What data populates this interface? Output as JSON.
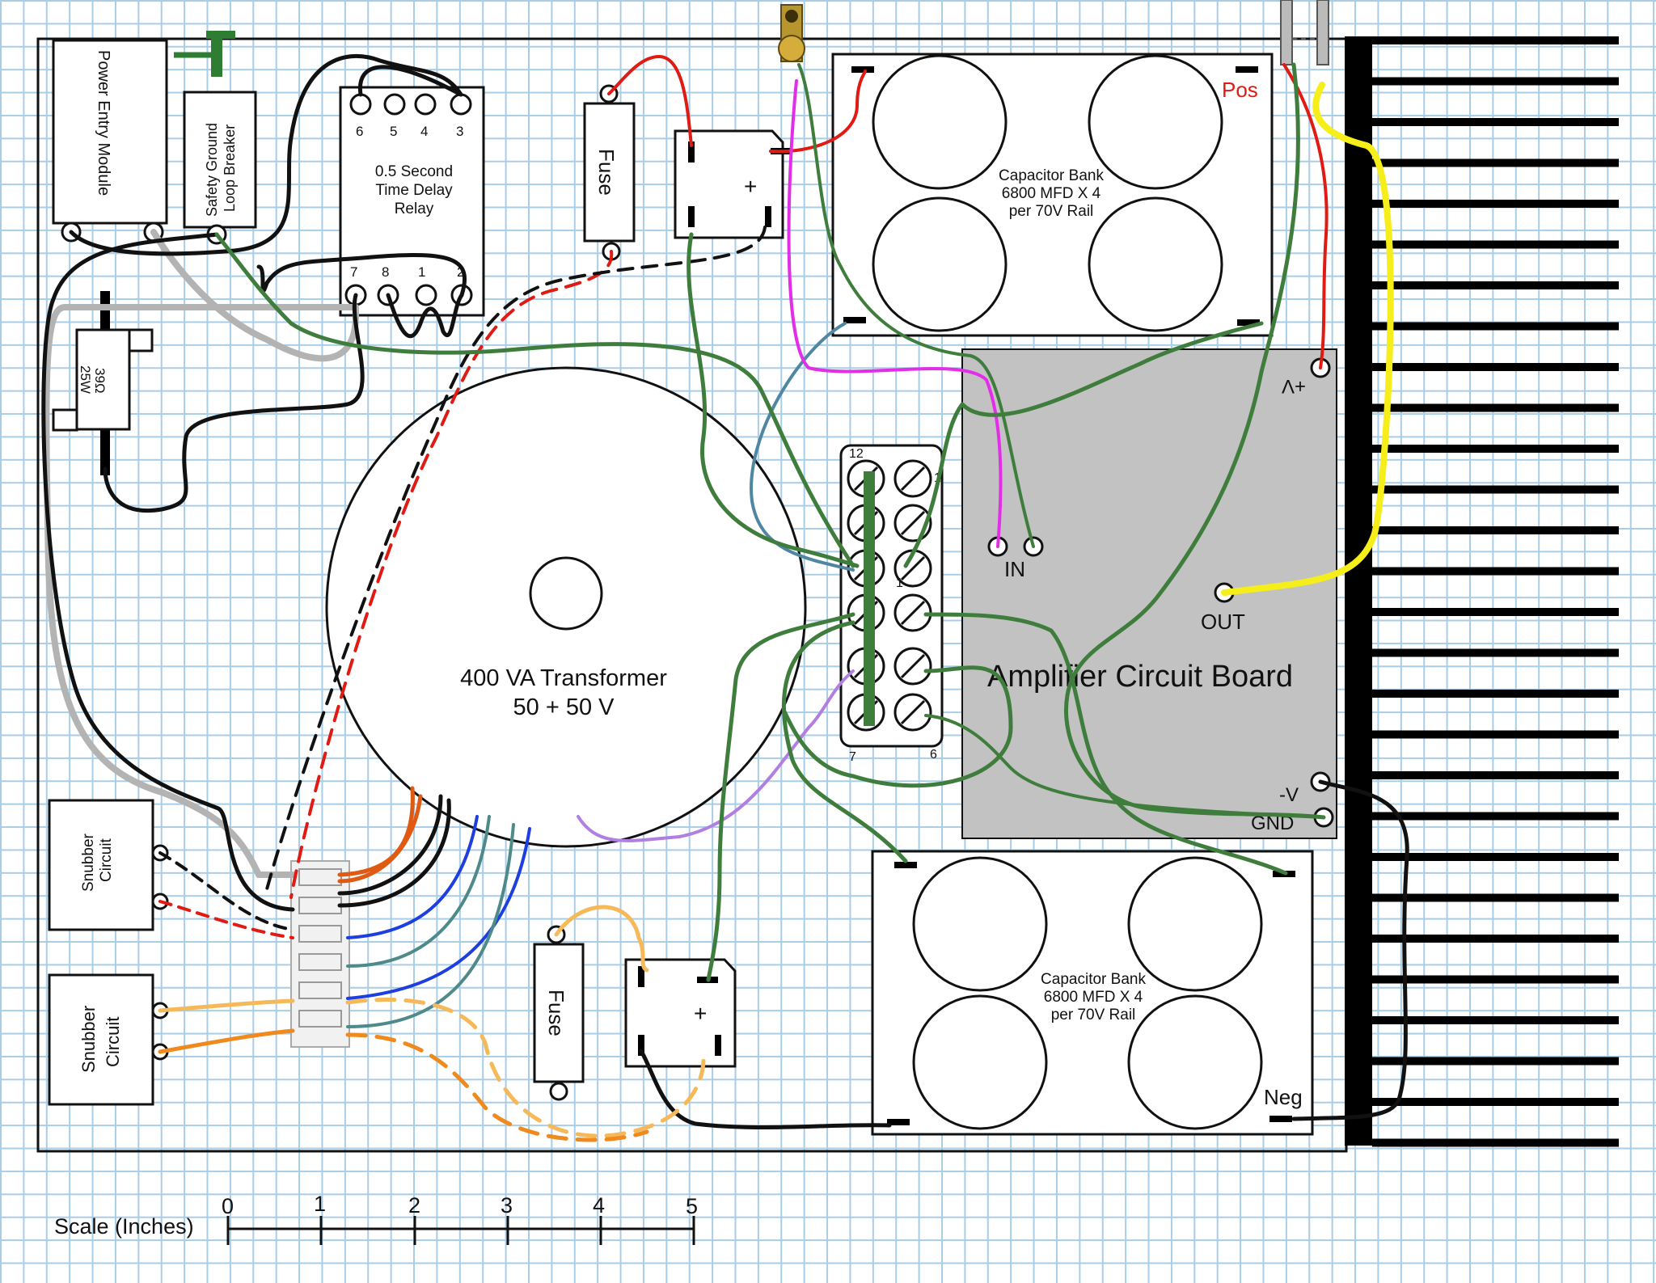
{
  "components": {
    "power_entry_module": "Power Entry Module",
    "ground_breaker_line1": "Safety Ground",
    "ground_breaker_line2": "Loop Breaker",
    "relay_line1": "0.5 Second",
    "relay_line2": "Time Delay",
    "relay_line3": "Relay",
    "relay_pins_top": [
      "6",
      "5",
      "4",
      "3"
    ],
    "relay_pins_bottom": [
      "7",
      "8",
      "1",
      "2"
    ],
    "resistor_line1": "39Ω",
    "resistor_line2": "25W",
    "fuse_top": "Fuse",
    "fuse_bottom": "Fuse",
    "rectifier_plus": "+",
    "cap_top_line1": "Capacitor Bank",
    "cap_top_line2": "6800 MFD X 4",
    "cap_top_line3": "per 70V Rail",
    "cap_top_pos": "Pos",
    "cap_bottom_line1": "Capacitor Bank",
    "cap_bottom_line2": "6800 MFD X 4",
    "cap_bottom_line3": "per 70V Rail",
    "cap_bottom_neg": "Neg",
    "transformer_line1": "400 VA Transformer",
    "transformer_line2": "50 + 50 V",
    "terminal_block_labels": [
      "12",
      "1",
      "1",
      "7",
      "6"
    ],
    "amp_title": "Amplifier Circuit Board",
    "amp_vplus": "+V",
    "amp_in": "IN",
    "amp_out": "OUT",
    "amp_vminus": "-V",
    "amp_gnd": "GND",
    "snubber1_line1": "Snubber",
    "snubber1_line2": "Circuit",
    "snubber2_line1": "Snubber",
    "snubber2_line2": "Circuit"
  },
  "scale": {
    "label": "Scale (Inches)",
    "ticks": [
      "0",
      "1",
      "2",
      "3",
      "4",
      "5"
    ]
  },
  "colors": {
    "outline": "#111111",
    "wire_green": "#3f7d3c",
    "wire_red": "#e01b14",
    "wire_gray": "#b3b3b3",
    "wire_yellow": "#f5ee1a",
    "wire_blue": "#1e3fe0",
    "wire_teal": "#4f8a8a",
    "wire_magenta": "#e22ee6",
    "wire_lavender": "#b07fe0",
    "wire_orange": "#ee8a1e",
    "wire_lt_orange": "#f5b95a",
    "wire_steel": "#4f86a2",
    "amp_board_fill": "#c2c2c2",
    "heatsink": "#000000"
  }
}
